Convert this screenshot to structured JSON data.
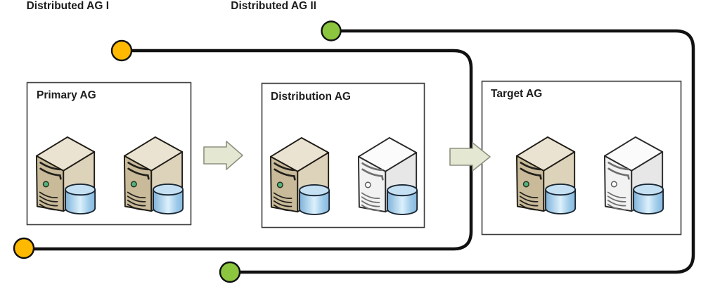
{
  "boxes": [
    {
      "title": "Primary AG",
      "servers": [
        {
          "icon": "server-database-icon",
          "variant": "tan"
        },
        {
          "icon": "server-database-icon",
          "variant": "tan"
        }
      ]
    },
    {
      "title": "Distribution AG",
      "servers": [
        {
          "icon": "server-database-icon",
          "variant": "tan"
        },
        {
          "icon": "server-database-icon",
          "variant": "white"
        }
      ]
    },
    {
      "title": "Target AG",
      "servers": [
        {
          "icon": "server-database-icon",
          "variant": "tan"
        },
        {
          "icon": "server-database-icon",
          "variant": "white"
        }
      ]
    }
  ],
  "connectors": [
    {
      "label": "Distributed AG I",
      "endpoint_color": "#FFB900"
    },
    {
      "label": "Distributed AG II",
      "endpoint_color": "#8CC63F"
    }
  ],
  "flow_arrows": [
    {
      "icon": "block-arrow-right-icon"
    },
    {
      "icon": "block-arrow-right-icon"
    }
  ],
  "colors": {
    "connector_line": "#111111",
    "box_border": "#3D3D3D",
    "arrow_fill": "#E4E8D2",
    "arrow_stroke": "#8E9080",
    "background": "#FFFFFF",
    "server_tan": "#C9BA99",
    "server_white": "#F2F2F2",
    "database_blue": "#9CC9E8",
    "led_green": "#54B27C"
  }
}
